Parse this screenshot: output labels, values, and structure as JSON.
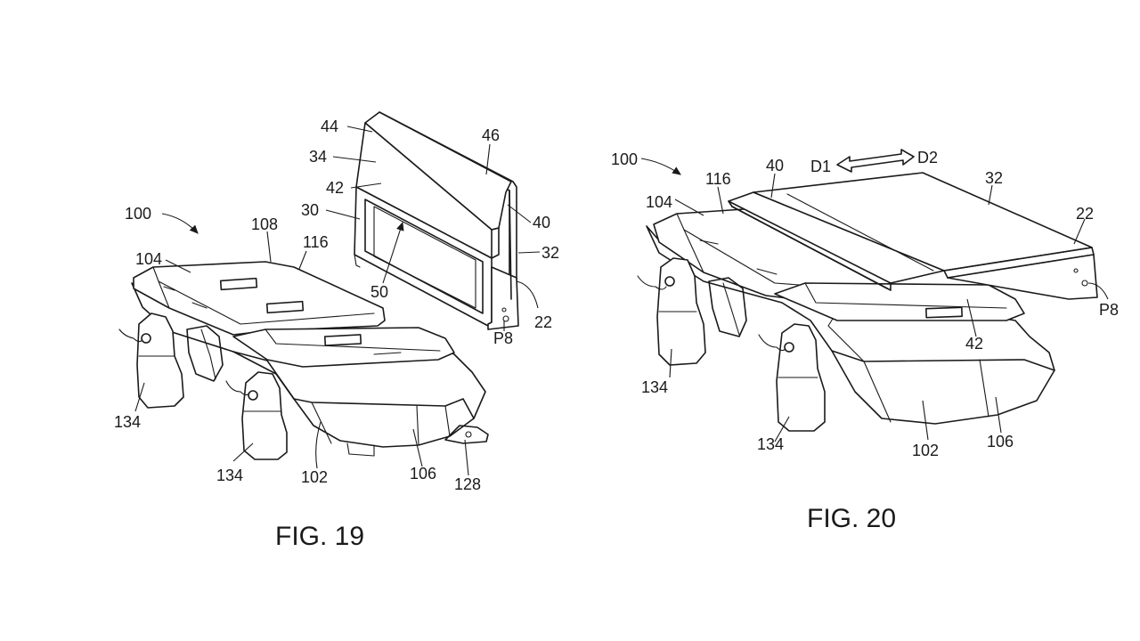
{
  "figures": [
    {
      "id": "fig19",
      "caption": "FIG. 19",
      "labels": [
        "100",
        "104",
        "108",
        "116",
        "44",
        "34",
        "42",
        "30",
        "46",
        "40",
        "32",
        "22",
        "P8",
        "50",
        "134",
        "134",
        "102",
        "106",
        "128"
      ]
    },
    {
      "id": "fig20",
      "caption": "FIG. 20",
      "labels": [
        "100",
        "104",
        "116",
        "40",
        "D1",
        "D2",
        "32",
        "22",
        "P8",
        "42",
        "134",
        "134",
        "102",
        "106"
      ]
    }
  ]
}
